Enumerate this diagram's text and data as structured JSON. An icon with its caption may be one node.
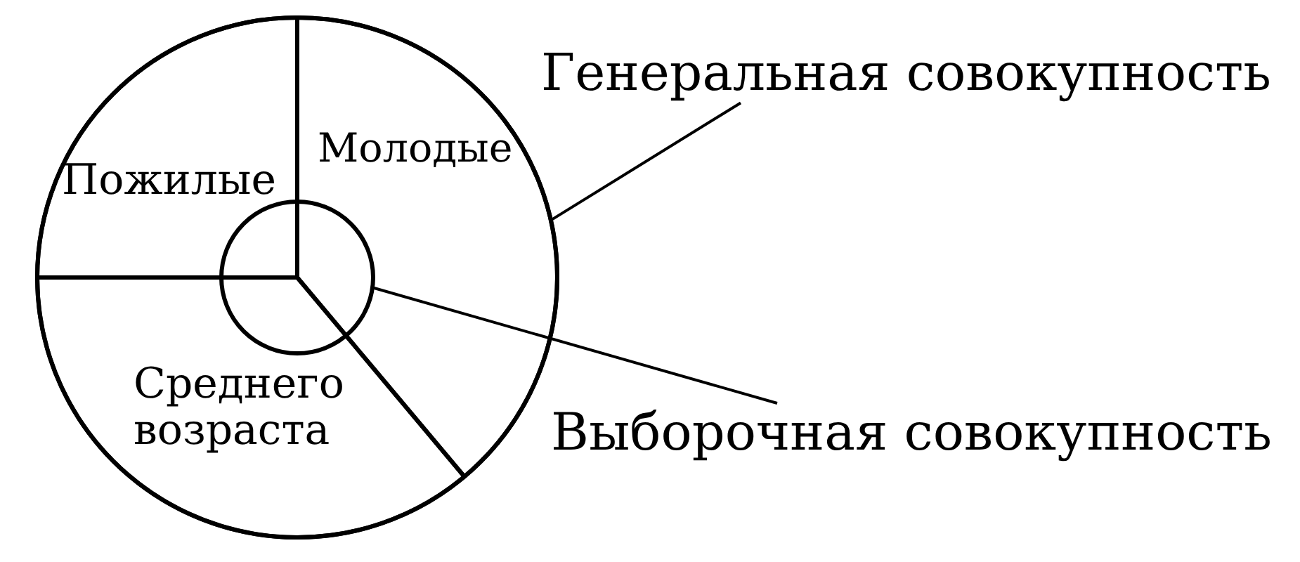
{
  "diagram": {
    "nodes": [
      {
        "text": [],
        "shape": "circle"
      },
      {
        "text": [
          "Молодые"
        ],
        "in": 0
      },
      {
        "text": [
          "Пожилые"
        ],
        "in": 0
      },
      {
        "text": [],
        "shape": "circle",
        "in": 0
      },
      {
        "text": [
          "Среднего возраста"
        ],
        "in": 0
      },
      {
        "text": [
          "Генеральная совокупность"
        ]
      },
      {
        "text": [
          "Выборочная совокупность"
        ]
      }
    ],
    "edges": [
      {
        "from": 5,
        "to": 0,
        "arrow": "none"
      },
      {
        "from": 6,
        "to": 3,
        "arrow": "none"
      }
    ]
  }
}
